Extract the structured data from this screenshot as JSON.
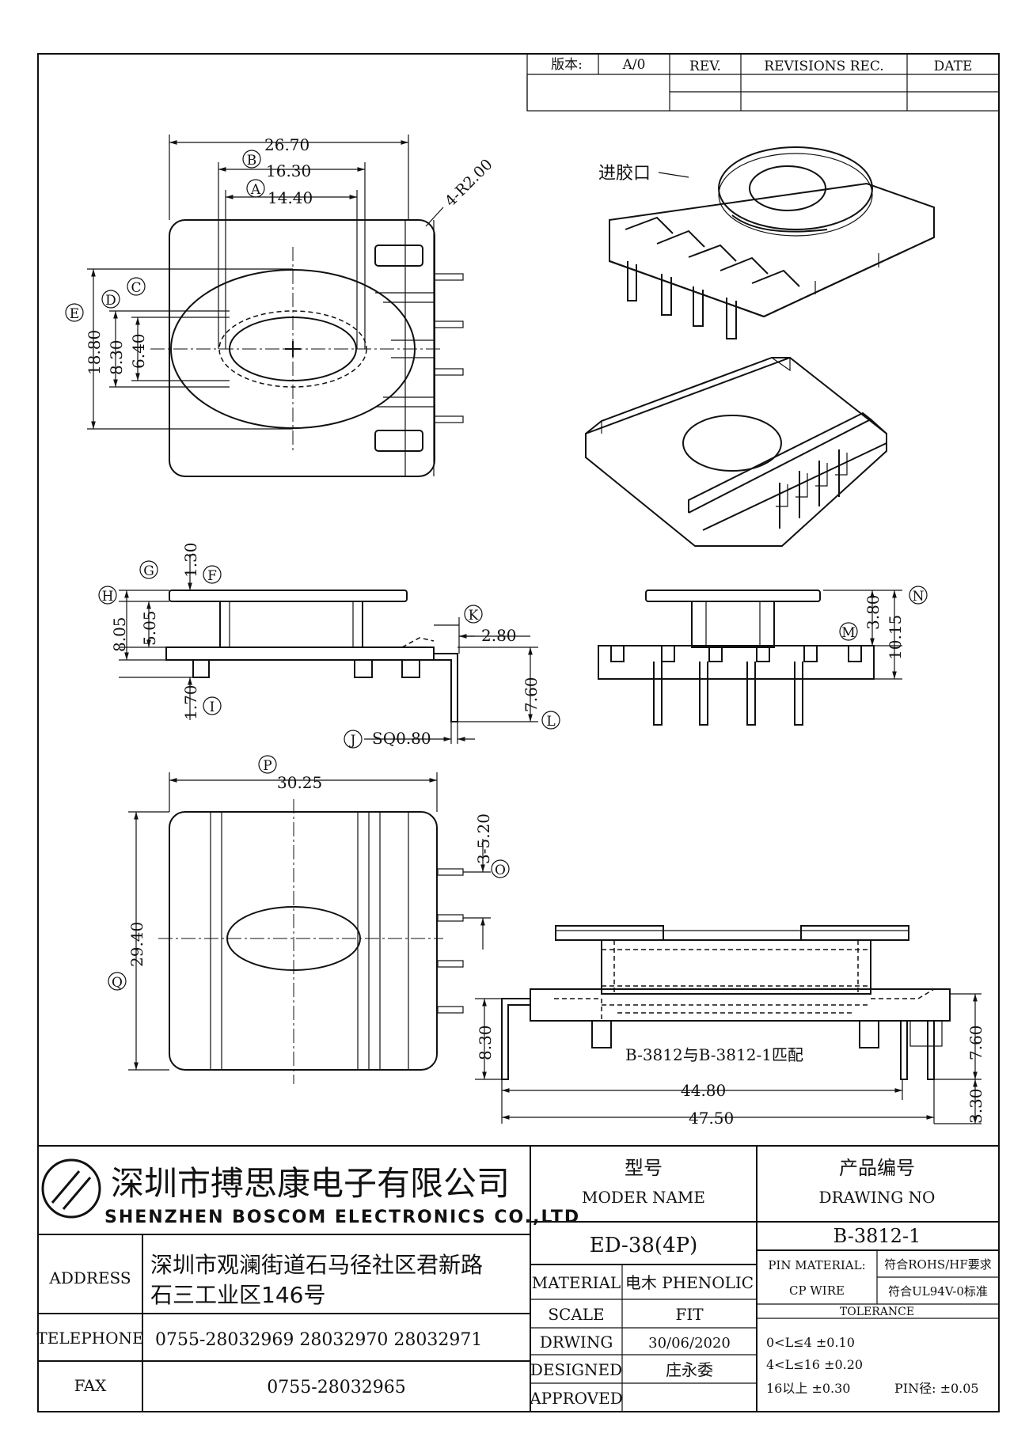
{
  "revision_table": {
    "version_label": "版本:",
    "version_value": "A/0",
    "rev_label": "REV.",
    "revisions_label": "REVISIONS REC.",
    "date_label": "DATE"
  },
  "top_view": {
    "dim_26_70": "26.70",
    "dim_16_30": "16.30",
    "dim_14_40": "14.40",
    "dim_radius": "4-R2.00",
    "dim_18_80": "18.80",
    "dim_8_30": "8.30",
    "dim_6_40": "6.40",
    "callouts": {
      "A": "A",
      "B": "B",
      "C": "C",
      "D": "D",
      "E": "E"
    }
  },
  "iso_label": "进胶口",
  "side_view": {
    "dim_1_30": "1.30",
    "dim_8_05": "8.05",
    "dim_5_05": "5.05",
    "dim_2_80": "2.80",
    "dim_7_60": "7.60",
    "dim_1_70": "1.70",
    "dim_sq": "SQ0.80",
    "callouts": {
      "F": "F",
      "G": "G",
      "H": "H",
      "I": "I",
      "J": "J",
      "K": "K",
      "L": "L"
    }
  },
  "front_view": {
    "dim_3_80": "3.80",
    "dim_10_15": "10.15",
    "callouts": {
      "M": "M",
      "N": "N"
    }
  },
  "bottom_view": {
    "dim_30_25": "30.25",
    "dim_29_40": "29.40",
    "dim_3_5_20": "3-5.20",
    "callouts": {
      "P": "P",
      "Q": "Q",
      "O": "O"
    }
  },
  "assembly_view": {
    "note": "B-3812与B-3812-1匹配",
    "dim_8_30": "8.30",
    "dim_7_60": "7.60",
    "dim_44_80": "44.80",
    "dim_47_50": "47.50",
    "dim_3_30": "3.30"
  },
  "title_block": {
    "company_cn": "深圳市搏思康电子有限公司",
    "company_en": "SHENZHEN BOSCOM ELECTRONICS CO.,LTD",
    "model_label_cn": "型号",
    "model_label_en": "MODER NAME",
    "model_value": "ED-38(4P)",
    "drawing_label_cn": "产品编号",
    "drawing_label_en": "DRAWING NO",
    "drawing_value": "B-3812-1",
    "address_label": "ADDRESS",
    "address_line1": "深圳市观澜街道石马径社区君新路",
    "address_line2": "石三工业区146号",
    "telephone_label": "TELEPHONE",
    "telephone_value": "0755-28032969 28032970 28032971",
    "fax_label": "FAX",
    "fax_value": "0755-28032965",
    "material_label": "MATERIAL",
    "material_value": "电木 PHENOLIC",
    "scale_label": "SCALE",
    "scale_value": "FIT",
    "drawing_date_label": "DRWING",
    "drawing_date_value": "30/06/2020",
    "designed_label": "DESIGNED",
    "designed_value": "庄永委",
    "approved_label": "APPROVED",
    "approved_value": "",
    "pin_material_label": "PIN MATERIAL:",
    "pin_material_value": "CP WIRE",
    "rohs": "符合ROHS/HF要求",
    "ul": "符合UL94V-0标准",
    "tolerance_label": "TOLERANCE",
    "tol1": "0<L≤4 ±0.10",
    "tol2": "4<L≤16 ±0.20",
    "tol3": "16以上   ±0.30",
    "tol_pin": "PIN径: ±0.05"
  }
}
